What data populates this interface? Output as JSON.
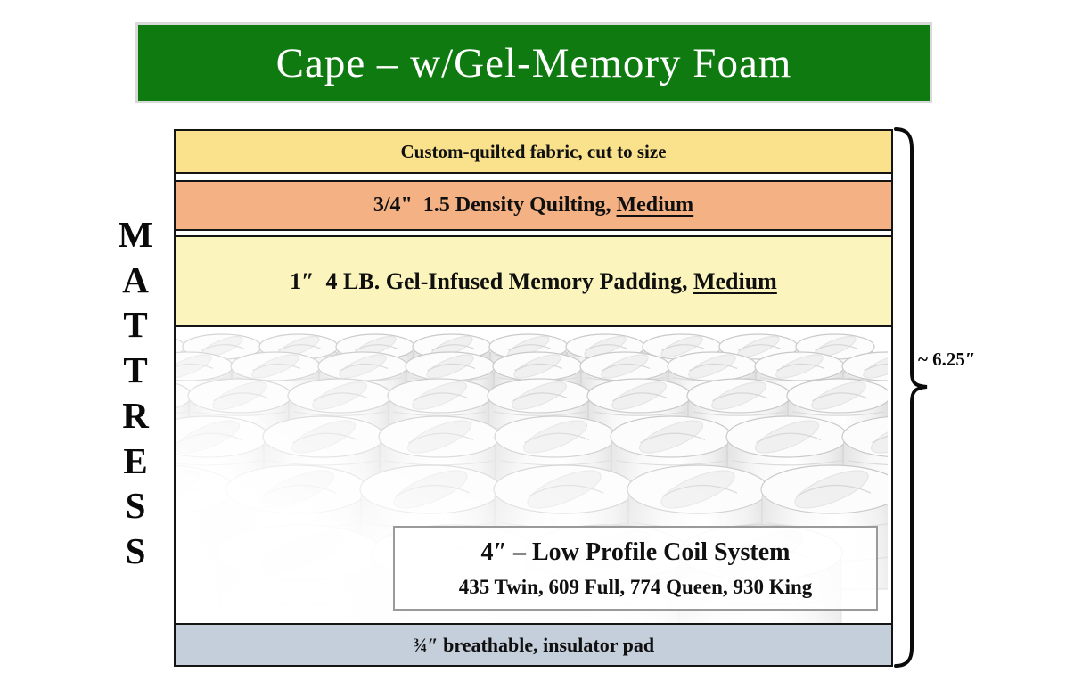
{
  "banner": {
    "title": "Cape – w/Gel-Memory Foam"
  },
  "side_label": {
    "text": "MATTRESS",
    "letters": [
      "M",
      "A",
      "T",
      "T",
      "R",
      "E",
      "S",
      "S"
    ]
  },
  "layers": {
    "fabric": {
      "label": "Custom-quilted fabric, cut to size"
    },
    "quilting": {
      "label_prefix": "3/4\"  1.5 Density Quilting, ",
      "label_underlined": "Medium"
    },
    "memory": {
      "label_prefix": "1″  4 LB. Gel-Infused Memory Padding, ",
      "label_underlined": "Medium"
    },
    "coil": {
      "title": "4″ – Low Profile Coil System",
      "counts": "435 Twin, 609 Full, 774 Queen, 930 King"
    },
    "insulator": {
      "label": "¾″ breathable, insulator pad"
    }
  },
  "measurement": {
    "label": "~ 6.25″"
  },
  "colors": {
    "banner_bg": "#0E7A10",
    "banner_text": "#FFFFFF",
    "fabric_bg": "#FAE28C",
    "quilting_bg": "#F4B183",
    "memory_bg": "#FBF5BD",
    "insulator_bg": "#C5CEDB"
  }
}
